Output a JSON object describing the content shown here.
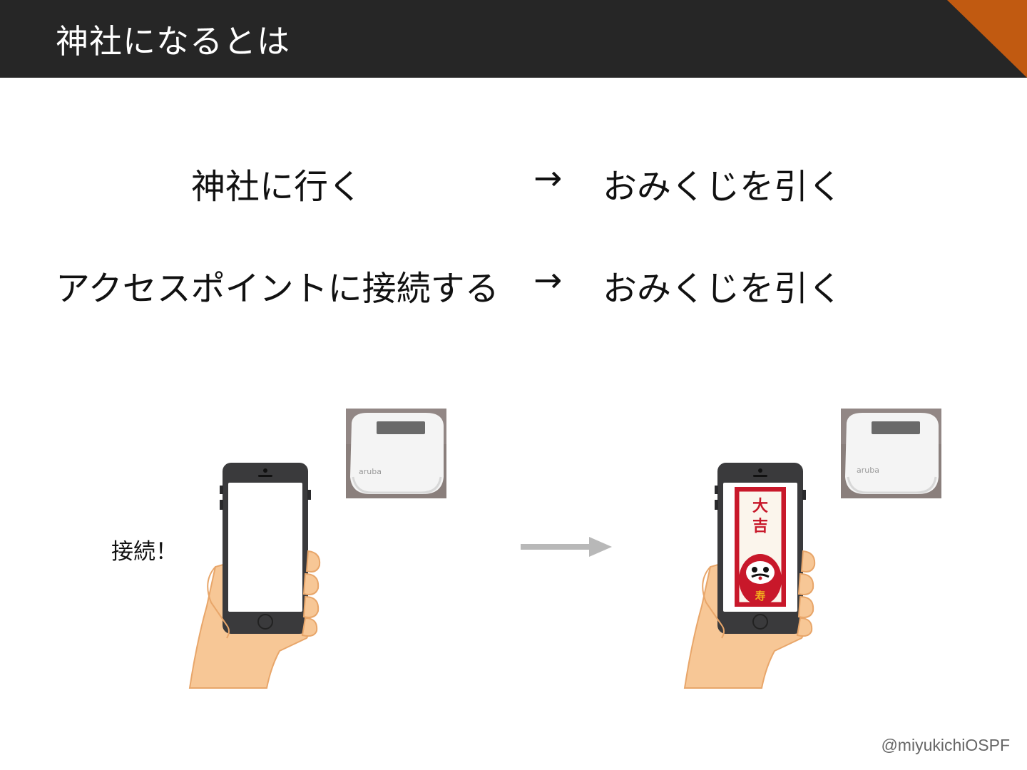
{
  "header": {
    "title": "神社になるとは",
    "accent_color": "#c15a11",
    "bar_color": "#262626"
  },
  "rows": [
    {
      "left": "神社に行く",
      "arrow": "→",
      "right": "おみくじを引く"
    },
    {
      "left": "アクセスポイントに接続する",
      "arrow": "→",
      "right": "おみくじを引く"
    }
  ],
  "illustration": {
    "caption": "接続！",
    "access_point_brand": "aruba",
    "fortune_text": "大吉",
    "daruma_text": "寿"
  },
  "credit": "@miyukichiOSPF"
}
